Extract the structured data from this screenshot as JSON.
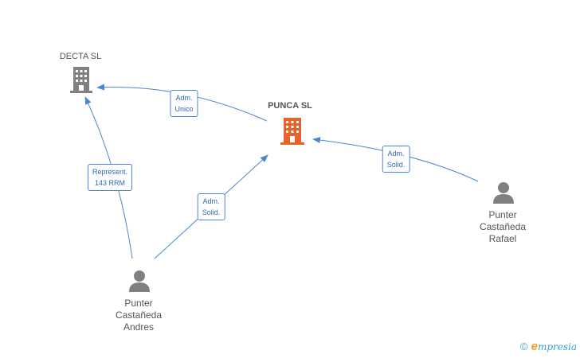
{
  "nodes": {
    "decta": {
      "label": "DECTA SL",
      "type": "company",
      "color": "#808080"
    },
    "punca": {
      "label": "PUNCA SL",
      "type": "company",
      "color": "#e8622c"
    },
    "rafael": {
      "label_lines": [
        "Punter",
        "Castañeda",
        "Rafael"
      ],
      "type": "person",
      "color": "#808080"
    },
    "andres": {
      "label_lines": [
        "Punter",
        "Castañeda",
        "Andres"
      ],
      "type": "person",
      "color": "#808080"
    }
  },
  "edges": {
    "punca_decta": {
      "lines": [
        "Adm.",
        "Unico"
      ]
    },
    "andres_decta": {
      "lines": [
        "Represent.",
        "143 RRM"
      ]
    },
    "andres_punca": {
      "lines": [
        "Adm.",
        "Solid."
      ]
    },
    "rafael_punca": {
      "lines": [
        "Adm.",
        "Solid."
      ]
    }
  },
  "colors": {
    "edge": "#4a86d4",
    "edge_label_text": "#2f68b4"
  },
  "footer": {
    "copyright": "©",
    "brand_initial": "e",
    "brand_rest": "mpresia"
  }
}
